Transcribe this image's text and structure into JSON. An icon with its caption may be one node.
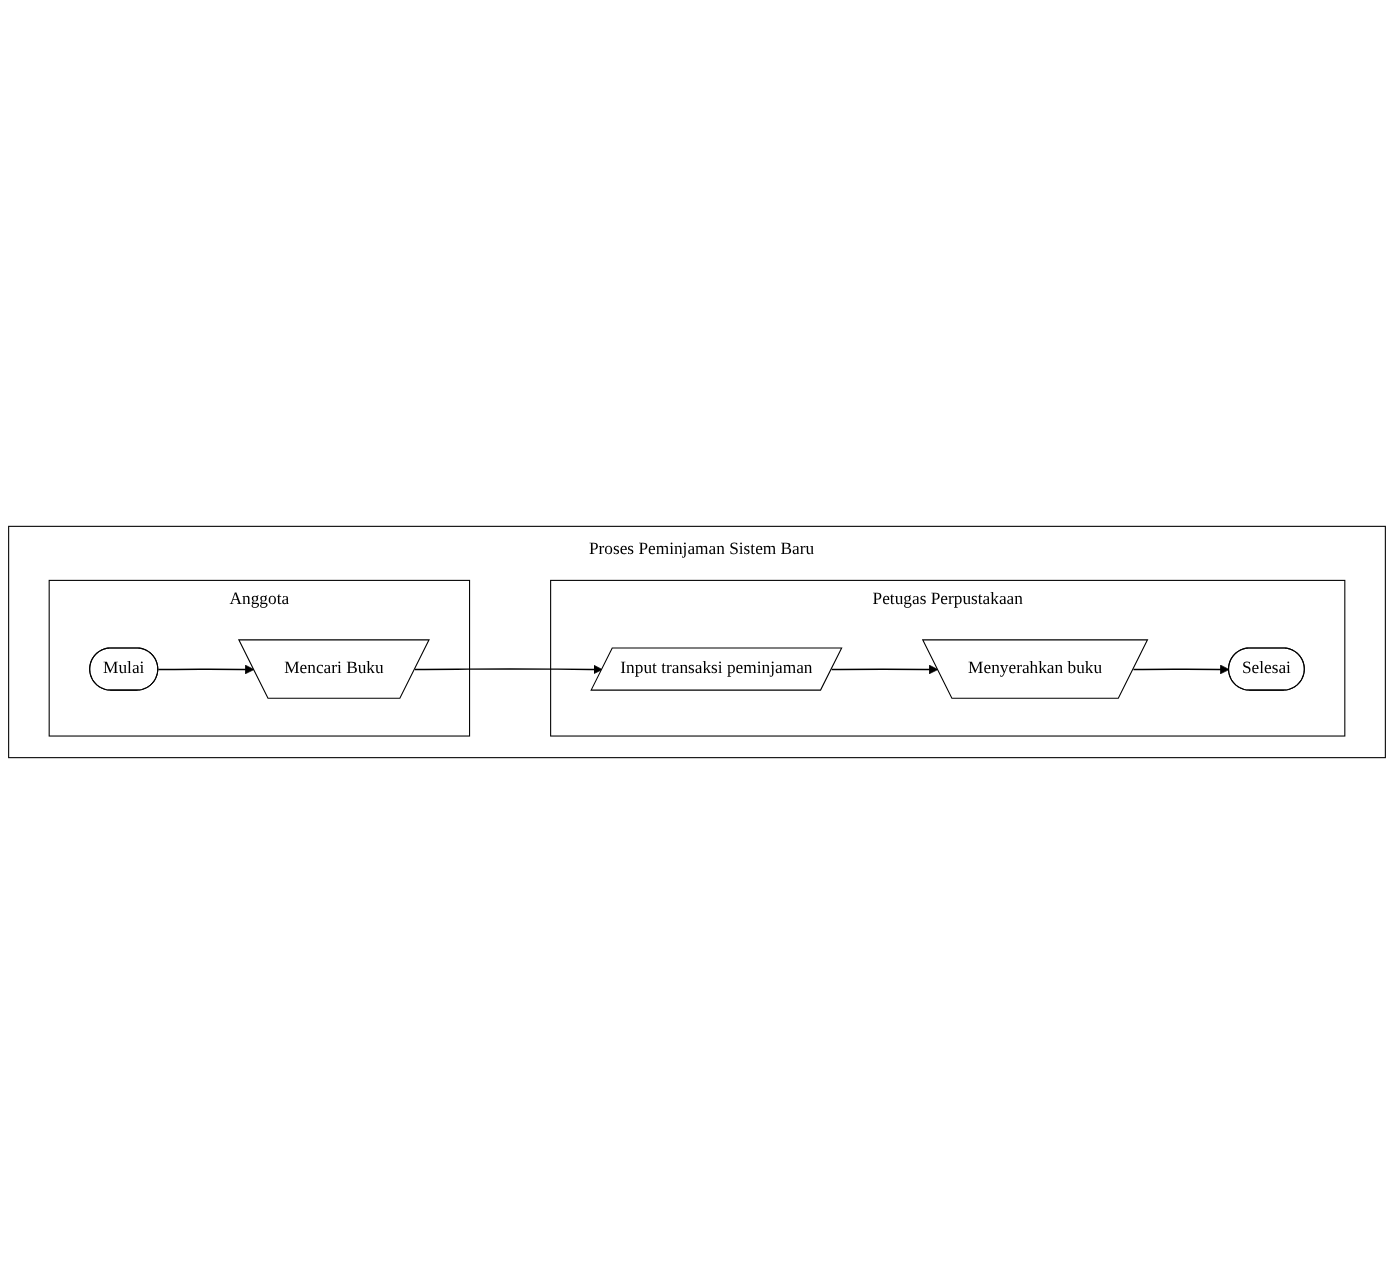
{
  "diagram": {
    "nodes": [
      {
        "text": [
          "Proses Peminjaman Sistem Baru"
        ]
      },
      {
        "text": [
          "Anggota"
        ],
        "in": 0
      },
      {
        "text": [
          "Petugas Perpustakaan"
        ],
        "in": 0
      },
      {
        "text": [
          "Mulai"
        ],
        "in": 1
      },
      {
        "text": [
          "Mencari Buku"
        ],
        "in": 1
      },
      {
        "text": [
          "Input transaksi peminjaman"
        ],
        "in": 2
      },
      {
        "text": [
          "Menyerahkan buku"
        ],
        "in": 2
      },
      {
        "text": [
          "Selesai"
        ],
        "in": 2
      }
    ],
    "edges": [
      {
        "from": 3,
        "to": 4,
        "arrow": "to"
      },
      {
        "from": 4,
        "to": 5,
        "arrow": "to"
      },
      {
        "from": 5,
        "to": 6,
        "arrow": "to"
      },
      {
        "from": 6,
        "to": 7,
        "arrow": "to"
      }
    ]
  }
}
